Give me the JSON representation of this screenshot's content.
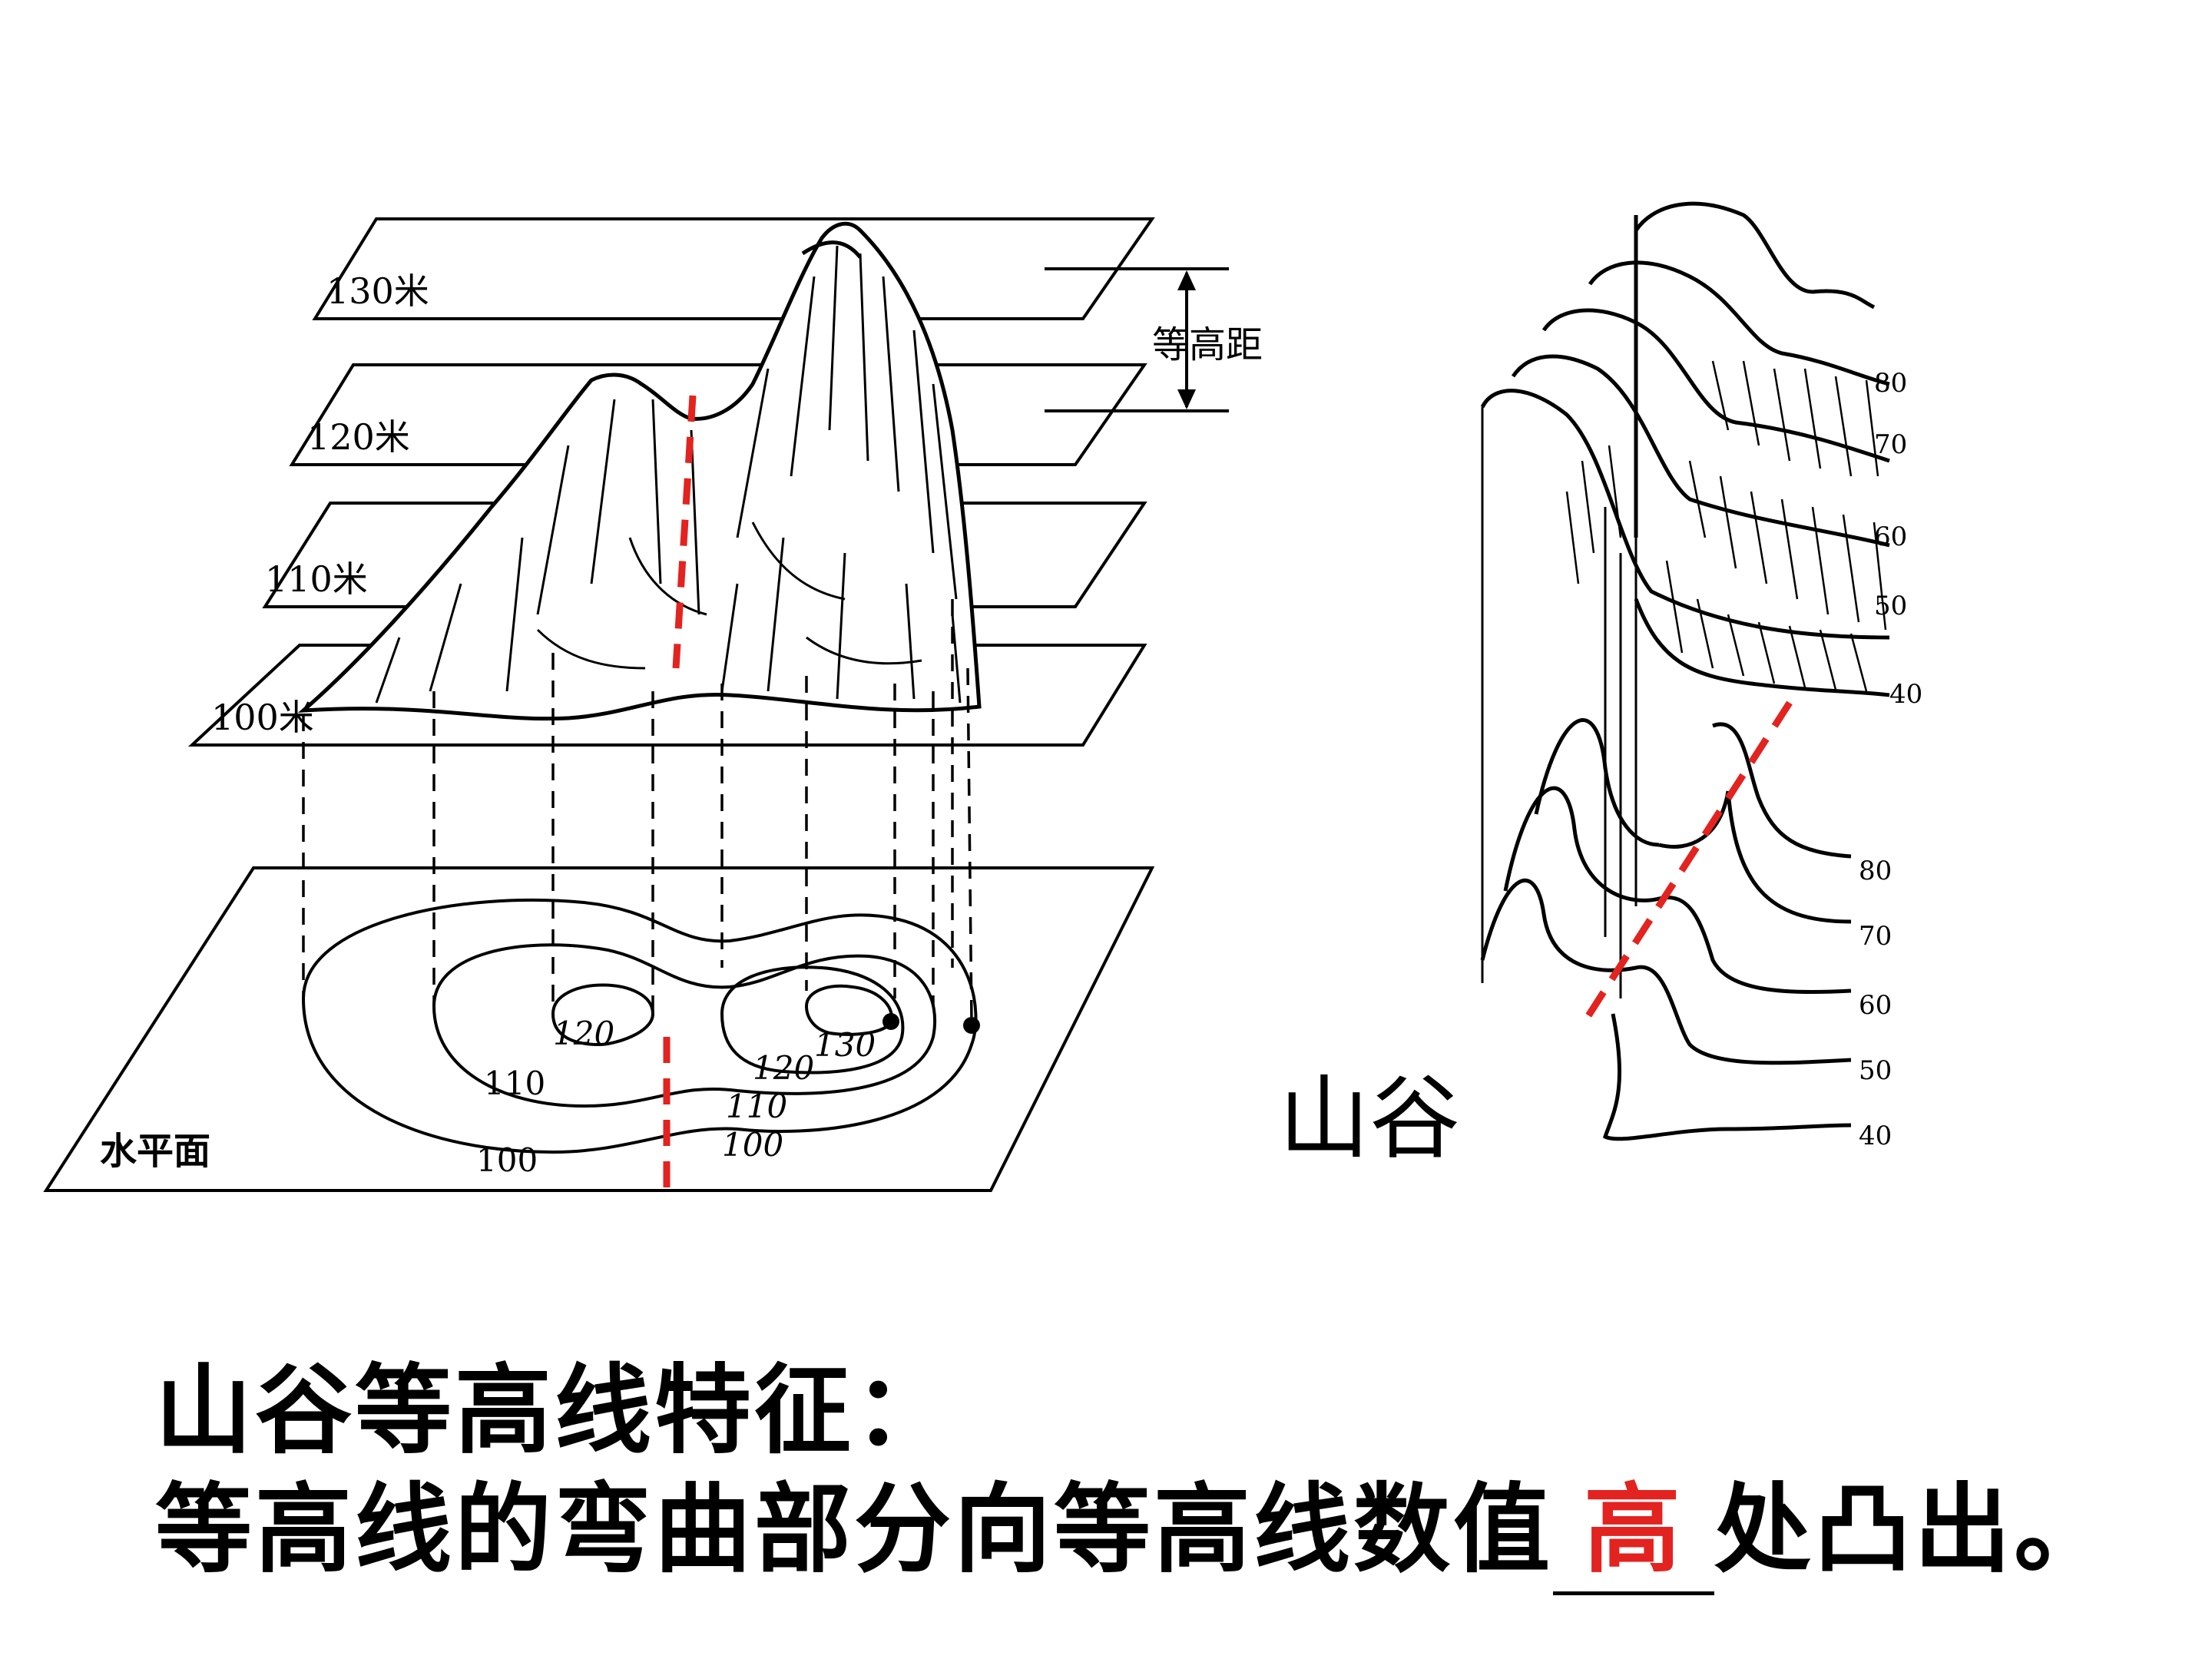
{
  "left_diagram": {
    "plane_labels": [
      "130米",
      "120米",
      "110米",
      "100米"
    ],
    "interval_label": "等高距",
    "base_label": "水平面",
    "contour_labels": [
      "120",
      "130",
      "110",
      "100",
      "120",
      "110",
      "100"
    ]
  },
  "right_diagram": {
    "title": "山谷",
    "upper_labels": [
      "80",
      "70",
      "60",
      "50",
      "40"
    ],
    "lower_labels": [
      "80",
      "70",
      "60",
      "50",
      "40"
    ]
  },
  "caption": {
    "heading": "山谷等高线特征：",
    "sentence_before": "等高线的弯曲部分向等高线数值",
    "answer": "高",
    "sentence_after": "处凸出。"
  },
  "colors": {
    "guide_line": "#e3231f",
    "ink": "#000000"
  }
}
